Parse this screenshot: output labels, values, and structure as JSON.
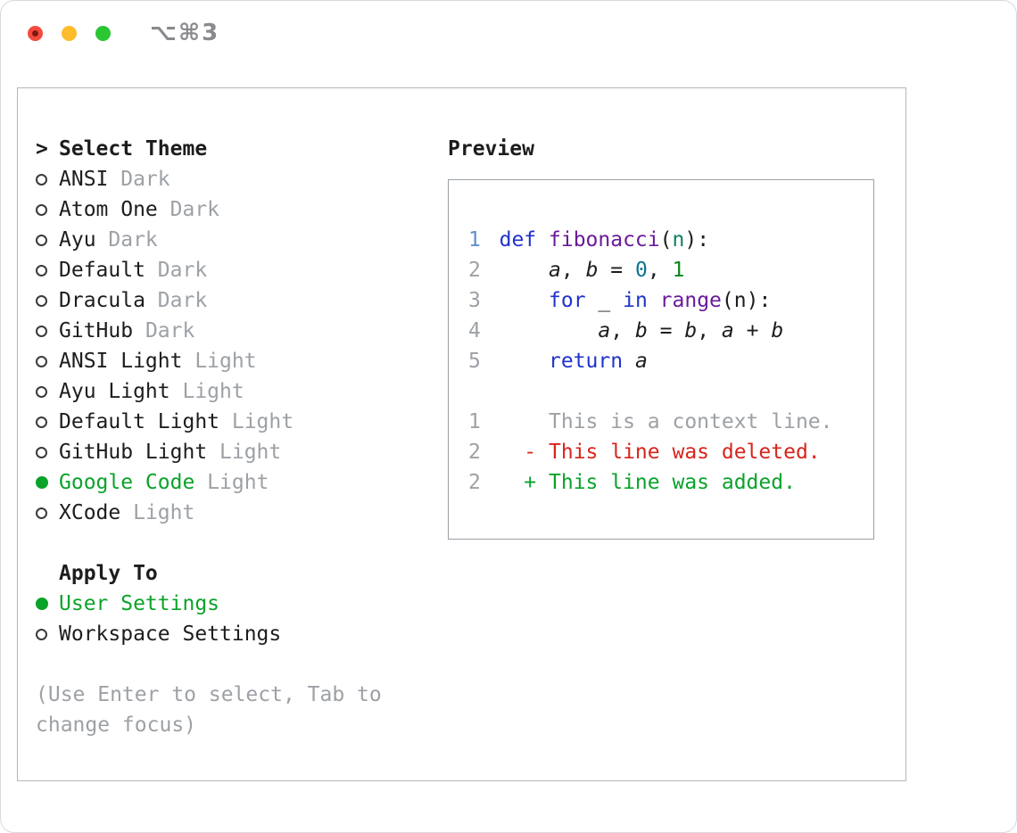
{
  "window": {
    "titlebar": {
      "shortcut": "⌥⌘3"
    }
  },
  "theme_selector": {
    "cursor": ">",
    "title": "Select Theme",
    "items": [
      {
        "name": "ANSI",
        "variant": "Dark",
        "selected": false
      },
      {
        "name": "Atom One",
        "variant": "Dark",
        "selected": false
      },
      {
        "name": "Ayu",
        "variant": "Dark",
        "selected": false
      },
      {
        "name": "Default",
        "variant": "Dark",
        "selected": false
      },
      {
        "name": "Dracula",
        "variant": "Dark",
        "selected": false
      },
      {
        "name": "GitHub",
        "variant": "Dark",
        "selected": false
      },
      {
        "name": "ANSI Light",
        "variant": "Light",
        "selected": false
      },
      {
        "name": "Ayu Light",
        "variant": "Light",
        "selected": false
      },
      {
        "name": "Default Light",
        "variant": "Light",
        "selected": false
      },
      {
        "name": "GitHub Light",
        "variant": "Light",
        "selected": false
      },
      {
        "name": "Google Code",
        "variant": "Light",
        "selected": true
      },
      {
        "name": "XCode",
        "variant": "Light",
        "selected": false
      }
    ],
    "apply_to": {
      "title": "Apply To",
      "options": [
        {
          "label": "User Settings",
          "selected": true
        },
        {
          "label": "Workspace Settings",
          "selected": false
        }
      ]
    },
    "hint": "(Use Enter to select, Tab to change focus)"
  },
  "preview": {
    "title": "Preview",
    "lines": [
      {
        "num": "1",
        "num_style": "blue",
        "tokens": [
          {
            "t": "def ",
            "c": "kw"
          },
          {
            "t": "fibonacci",
            "c": "fn"
          },
          {
            "t": "(",
            "c": "pl"
          },
          {
            "t": "n",
            "c": "lit"
          },
          {
            "t": "):",
            "c": "pl"
          }
        ]
      },
      {
        "num": "2",
        "num_style": "gray",
        "tokens": [
          {
            "t": "    ",
            "c": "pl"
          },
          {
            "t": "a",
            "c": "var"
          },
          {
            "t": ", ",
            "c": "pl"
          },
          {
            "t": "b",
            "c": "var"
          },
          {
            "t": " = ",
            "c": "pl"
          },
          {
            "t": "0",
            "c": "num0"
          },
          {
            "t": ", ",
            "c": "pl"
          },
          {
            "t": "1",
            "c": "num1"
          }
        ]
      },
      {
        "num": "3",
        "num_style": "gray",
        "tokens": [
          {
            "t": "    ",
            "c": "pl"
          },
          {
            "t": "for",
            "c": "kw"
          },
          {
            "t": " _ ",
            "c": "pl"
          },
          {
            "t": "in",
            "c": "kw"
          },
          {
            "t": " ",
            "c": "pl"
          },
          {
            "t": "range",
            "c": "fn"
          },
          {
            "t": "(n):",
            "c": "pl"
          }
        ]
      },
      {
        "num": "4",
        "num_style": "gray",
        "tokens": [
          {
            "t": "        ",
            "c": "pl"
          },
          {
            "t": "a",
            "c": "var"
          },
          {
            "t": ", ",
            "c": "pl"
          },
          {
            "t": "b",
            "c": "var"
          },
          {
            "t": " = ",
            "c": "pl"
          },
          {
            "t": "b",
            "c": "var"
          },
          {
            "t": ", ",
            "c": "pl"
          },
          {
            "t": "a",
            "c": "var"
          },
          {
            "t": " + ",
            "c": "pl"
          },
          {
            "t": "b",
            "c": "var"
          }
        ]
      },
      {
        "num": "5",
        "num_style": "gray",
        "tokens": [
          {
            "t": "    ",
            "c": "pl"
          },
          {
            "t": "return",
            "c": "kw"
          },
          {
            "t": " ",
            "c": "pl"
          },
          {
            "t": "a",
            "c": "var"
          }
        ]
      },
      {
        "blank": true
      },
      {
        "num": "1",
        "num_style": "gray",
        "tokens": [
          {
            "t": "    This is a context line.",
            "c": "ctx"
          }
        ]
      },
      {
        "num": "2",
        "num_style": "gray",
        "tokens": [
          {
            "t": "  - This line was deleted.",
            "c": "del"
          }
        ]
      },
      {
        "num": "2",
        "num_style": "gray",
        "tokens": [
          {
            "t": "  + This line was added.",
            "c": "add"
          }
        ]
      }
    ]
  },
  "colors": {
    "text_black": "#1d1d1f",
    "muted_gray": "#9da1a6",
    "accent_green": "#0aa32a",
    "keyword_blue": "#2033cc",
    "function_purple": "#6a1b9a",
    "literal_teal": "#0d8060",
    "number_teal": "#0e7490",
    "number_green": "#0e8420",
    "diff_red": "#d7251c",
    "diff_green": "#0aa32a",
    "line_number_gray": "#9da1a6",
    "line_number_blue": "#5f8fcf",
    "window_border": "#d9d9de",
    "panel_border": "#b4b7bd",
    "preview_border": "#9aa0a6",
    "traffic_red": "#f44a3e",
    "traffic_yellow": "#fdbc2c",
    "traffic_green": "#2ac633"
  }
}
